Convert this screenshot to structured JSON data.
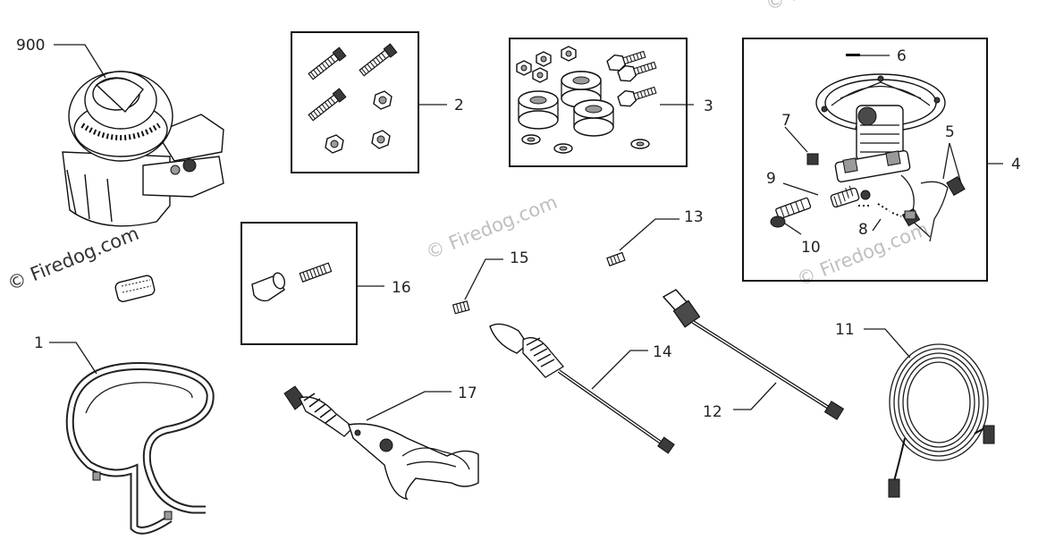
{
  "watermark": {
    "primary": "© Firedog.com",
    "faint_1": "© Firedog.com",
    "faint_2": "© Firedog.com",
    "faint_3": "© Firedog.com"
  },
  "callouts": {
    "c900": "900",
    "c1": "1",
    "c2": "2",
    "c3": "3",
    "c4": "4",
    "c5": "5",
    "c6": "6",
    "c7": "7",
    "c8": "8",
    "c9": "9",
    "c10": "10",
    "c11": "11",
    "c12": "12",
    "c13": "13",
    "c14": "14",
    "c15": "15",
    "c16": "16",
    "c17": "17"
  }
}
